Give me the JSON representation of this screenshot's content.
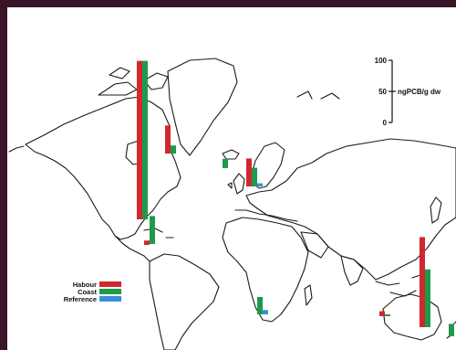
{
  "legend": {
    "items": [
      {
        "label": "Habour",
        "color": "#d0282e"
      },
      {
        "label": "Coast",
        "color": "#1f9a4a"
      },
      {
        "label": "Reference",
        "color": "#3a8fd6"
      }
    ]
  },
  "scale": {
    "ticks": [
      "100",
      "50",
      "0"
    ],
    "unit_label": "ngPCB/g dw"
  },
  "chart_data": {
    "type": "bar",
    "ylim": [
      0,
      100
    ],
    "series_names": [
      "Habour",
      "Coast",
      "Reference"
    ],
    "sites": [
      {
        "id": "north-america-west",
        "values": [
          255,
          0,
          0
        ]
      },
      {
        "id": "north-america-east",
        "values": [
          0,
          255,
          0
        ]
      },
      {
        "id": "greenland",
        "values": [
          45,
          13,
          0
        ]
      },
      {
        "id": "central-america",
        "values": [
          7,
          0,
          0
        ]
      },
      {
        "id": "caribbean",
        "values": [
          0,
          45,
          0
        ]
      },
      {
        "id": "iceland",
        "values": [
          0,
          15,
          0
        ]
      },
      {
        "id": "scandinavia",
        "values": [
          45,
          22,
          0
        ]
      },
      {
        "id": "baltic",
        "values": [
          0,
          30,
          5
        ]
      },
      {
        "id": "southern-africa",
        "values": [
          0,
          28,
          7
        ]
      },
      {
        "id": "east-asia",
        "values": [
          145,
          0,
          0
        ]
      },
      {
        "id": "east-asia-coast",
        "values": [
          0,
          93,
          0
        ]
      },
      {
        "id": "australia",
        "values": [
          8,
          3,
          0
        ]
      },
      {
        "id": "new-zealand",
        "values": [
          0,
          20,
          0
        ]
      }
    ]
  }
}
